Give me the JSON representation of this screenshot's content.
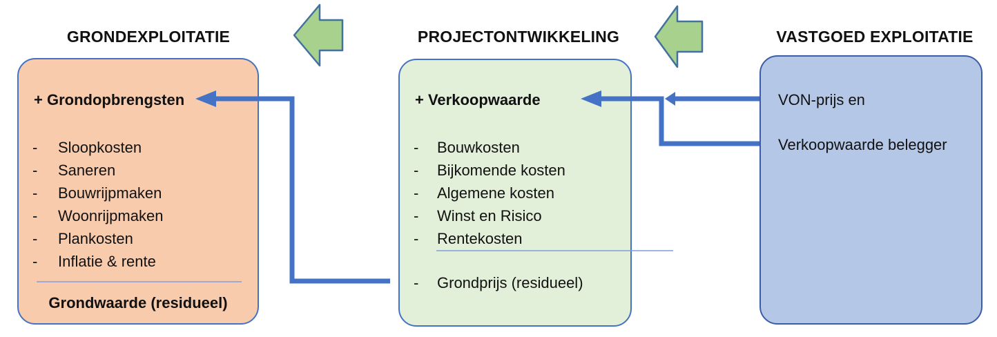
{
  "diagram": {
    "type": "flow-diagram",
    "direction_note": "value flows right-to-left: vastgoed exploitatie -> projectontwikkeling -> grondexploitatie"
  },
  "titles": {
    "grond": "GRONDEXPLOITATIE",
    "project": "PROJECTONTWIKKELING",
    "vastgoed": "VASTGOED EXPLOITATIE"
  },
  "grond_box": {
    "header": "+ Grondopbrengsten",
    "bullet": "-",
    "items": [
      "Sloopkosten",
      "Saneren",
      "Bouwrijpmaken",
      "Woonrijpmaken",
      "Plankosten",
      "Inflatie & rente"
    ],
    "footer": "Grondwaarde (residueel)"
  },
  "project_box": {
    "header": "+ Verkoopwaarde",
    "bullet": "-",
    "items": [
      "Bouwkosten",
      "Bijkomende kosten",
      "Algemene kosten",
      "Winst en Risico",
      "Rentekosten"
    ],
    "result_item": "Grondprijs (residueel)"
  },
  "vastgoed_box": {
    "line1": "VON-prijs en",
    "line2": "Verkoopwaarde belegger"
  },
  "colors": {
    "grond_fill": "#F8CBAD",
    "project_fill": "#E2EFD9",
    "vastgoed_fill": "#B4C7E7",
    "box_border_blue": "#4472C4",
    "vastgoed_border": "#3B5CA8",
    "connector_blue": "#4472C4",
    "divider_blue": "#7F9FD8",
    "block_arrow_fill": "#A9D18E",
    "block_arrow_border": "#41719C",
    "text": "#111111",
    "background": "#FFFFFF"
  }
}
